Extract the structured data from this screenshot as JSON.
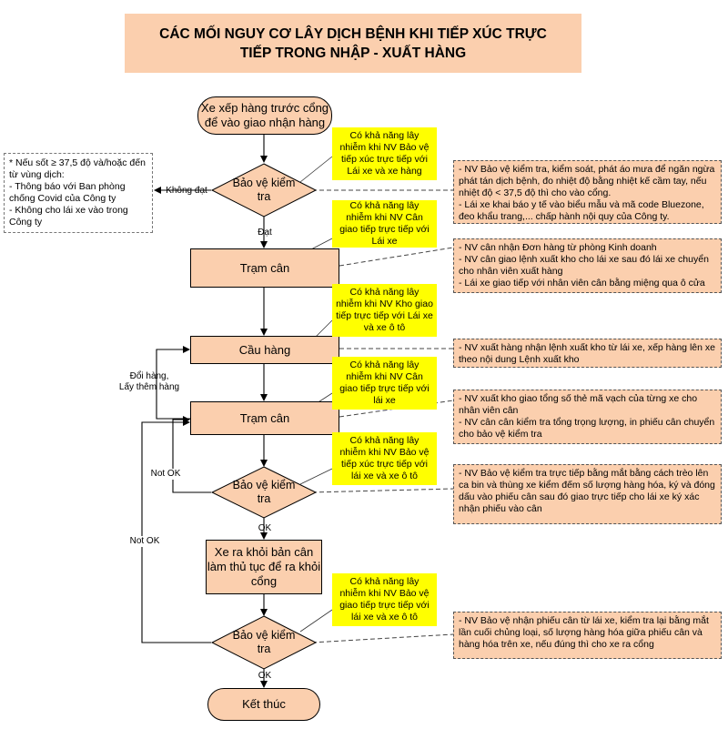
{
  "title": "CÁC MỐI NGUY CƠ LÂY DỊCH BỆNH KHI TIẾP XÚC TRỰC TIẾP TRONG NHẬP - XUẤT HÀNG",
  "nodes": {
    "start": "Xe xếp hàng trước cổng để vào giao nhận hàng",
    "check1": "Bảo vệ kiểm tra",
    "scale1": "Trạm cân",
    "crane": "Cầu hàng",
    "scale2": "Trạm cân",
    "check2": "Bảo vệ kiểm tra",
    "exit": "Xe ra khỏi bản cân làm thủ tục để ra khỏi cổng",
    "check3": "Bảo vệ kiểm tra",
    "end": "Kết thúc"
  },
  "edges": {
    "not_passed": "Không đạt",
    "passed": "Đạt",
    "swap": "Đổi hàng,",
    "add_more": "Lấy thêm hàng",
    "not_ok_1": "Not OK",
    "ok_1": "OK",
    "not_ok_2": "Not OK",
    "ok_2": "OK"
  },
  "risk_notes": [
    "Có khả năng lây nhiễm khi NV Bảo vệ tiếp xúc trực tiếp với Lái xe và xe hàng",
    "Có khả năng lây nhiễm khi NV Cân giao tiếp trực tiếp với Lái xe",
    "Có khả năng lây nhiễm khi NV Kho giao tiếp trực tiếp với Lái xe và xe ô tô",
    "Có khả năng lây nhiễm khi NV Cân giao tiếp trực tiếp với lái xe",
    "Có khả năng lây nhiễm khi NV Bảo vệ tiếp xúc trực tiếp với lái xe và xe ô tô",
    "Có khả năng lây nhiễm khi NV Bảo vệ giao tiếp trực tiếp với lái xe và xe ô tô"
  ],
  "left_note": [
    "* Nếu sốt ≥ 37,5 độ và/hoặc đến từ vùng dịch:",
    "- Thông báo với Ban phòng chống Covid của Công ty",
    "- Không cho lái xe vào trong Công ty"
  ],
  "details": [
    [
      "- NV Bảo vệ kiểm tra, kiểm soát, phát áo mưa để ngăn ngừa phát tán dịch bệnh, đo nhiệt độ bằng nhiệt kế cầm tay, nếu nhiệt độ < 37,5 độ thì cho vào cổng.",
      "- Lái xe khai báo y tế vào biểu mẫu và mã code Bluezone, đeo khẩu trang,... chấp hành nội quy của Công ty."
    ],
    [
      "- NV cân nhận Đơn hàng từ phòng Kinh doanh",
      "- NV cân giao lệnh xuất kho cho lái xe sau đó lái xe chuyển cho nhân viên xuất hàng",
      "- Lái xe giao tiếp với nhân viên cân bằng miệng qua ô cửa"
    ],
    [
      "- NV xuất hàng nhận lệnh xuất kho từ lái xe, xếp hàng lên xe theo nội dung Lệnh xuất kho"
    ],
    [
      "- NV xuất kho giao tổng số thẻ mã vạch của từng xe cho nhân viên cân",
      "- NV cân cân kiểm tra tổng trọng lượng, in phiếu cân chuyển cho bảo vệ kiểm tra"
    ],
    [
      "- NV Bảo vệ kiểm tra trực tiếp bằng mắt bằng cách trèo lên ca bin và thùng xe kiểm đếm số lượng hàng hóa, ký và đóng dấu vào phiếu cân sau đó giao trực tiếp cho lái xe ký xác nhận phiếu vào cân"
    ],
    [
      "- NV Bảo vệ nhận phiếu cân từ lái xe, kiểm tra lại bằng mắt lần cuối chủng loại, số lượng hàng hóa giữa phiếu cân và hàng hóa trên xe, nếu đúng thì cho xe ra cổng"
    ]
  ],
  "colors": {
    "node_fill": "#fbcfae",
    "risk_note_fill": "#ffff00",
    "line": "#000000"
  }
}
